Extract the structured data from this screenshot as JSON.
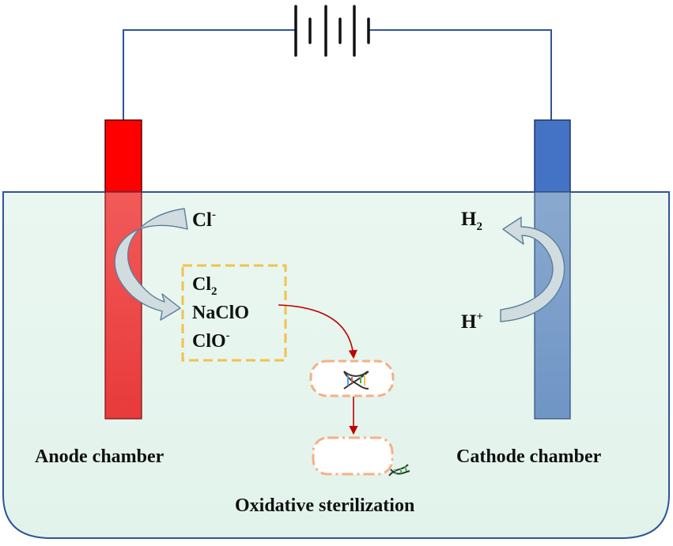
{
  "anode": {
    "chamber_label": "Anode chamber",
    "input_ion": "Cl",
    "input_ion_charge": "-",
    "products": [
      {
        "base": "Cl",
        "sub": "2",
        "sup": ""
      },
      {
        "base": "NaClO",
        "sub": "",
        "sup": ""
      },
      {
        "base": "ClO",
        "sub": "",
        "sup": "-"
      }
    ]
  },
  "cathode": {
    "chamber_label": "Cathode chamber",
    "input_ion": "H",
    "input_ion_charge": "+",
    "product": "H",
    "product_sub": "2"
  },
  "process_label": "Oxidative sterilization",
  "icons": [
    "battery-icon",
    "dna-icon"
  ],
  "colors": {
    "anode": "#ff0000",
    "cathode": "#4472c4",
    "wire": "#2f5597",
    "solution": "#e8f6ef",
    "products_box": "#f2c14e",
    "reaction_arrow": "#c00000",
    "cell": "#f4b183",
    "curved_arrow": "#d0dce0"
  }
}
